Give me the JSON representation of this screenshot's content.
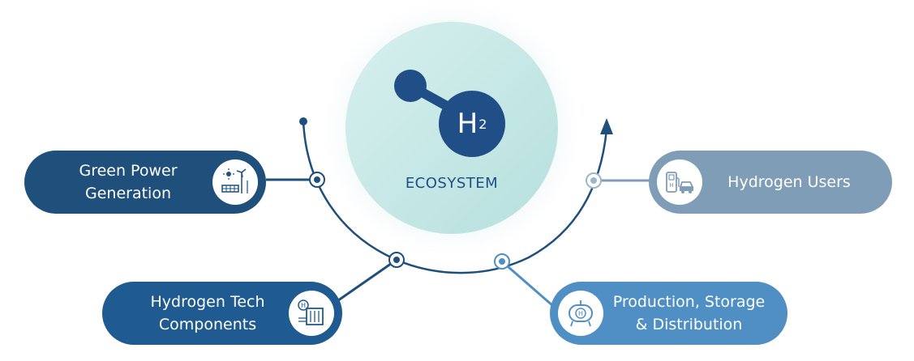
{
  "center": {
    "label": "ECOSYSTEM",
    "molecule_symbol": "H",
    "molecule_subscript": "2"
  },
  "nodes": [
    {
      "id": "green-power",
      "label_line1": "Green Power",
      "label_line2": "Generation",
      "icon": "solar-wind-icon",
      "color": "#1f4f7b"
    },
    {
      "id": "hydrogen-tech",
      "label_line1": "Hydrogen Tech",
      "label_line2": "Components",
      "icon": "hydrogen-component-icon",
      "color": "#1f5a90"
    },
    {
      "id": "hydrogen-users",
      "label_line1": "Hydrogen Users",
      "label_line2": "",
      "icon": "fuel-pump-car-icon",
      "color": "#7f9db6"
    },
    {
      "id": "production",
      "label_line1": "Production, Storage",
      "label_line2": "& Distribution",
      "icon": "hydrogen-tank-icon",
      "color": "#4f8fc4"
    }
  ],
  "colors": {
    "arc": "#1f4f7b",
    "center_circle": "#c4e8e6",
    "molecule": "#1f4f86"
  }
}
